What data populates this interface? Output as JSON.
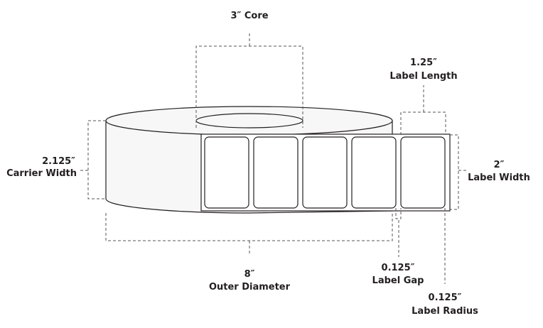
{
  "diagram": {
    "core": {
      "value": "3″",
      "label": "Core"
    },
    "carrier_width": {
      "value": "2.125″",
      "label": "Carrier Width"
    },
    "label_length": {
      "value": "1.25″",
      "label": "Label Length"
    },
    "label_width": {
      "value": "2″",
      "label": "Label Width"
    },
    "outer_diameter": {
      "value": "8″",
      "label": "Outer Diameter"
    },
    "label_gap": {
      "value": "0.125″",
      "label": "Label Gap"
    },
    "label_radius": {
      "value": "0.125″",
      "label": "Label Radius"
    },
    "label_count_visible": 5,
    "colors": {
      "line": "#231f20",
      "roll_fill": "#f7f7f7",
      "dash": "#555555"
    }
  }
}
